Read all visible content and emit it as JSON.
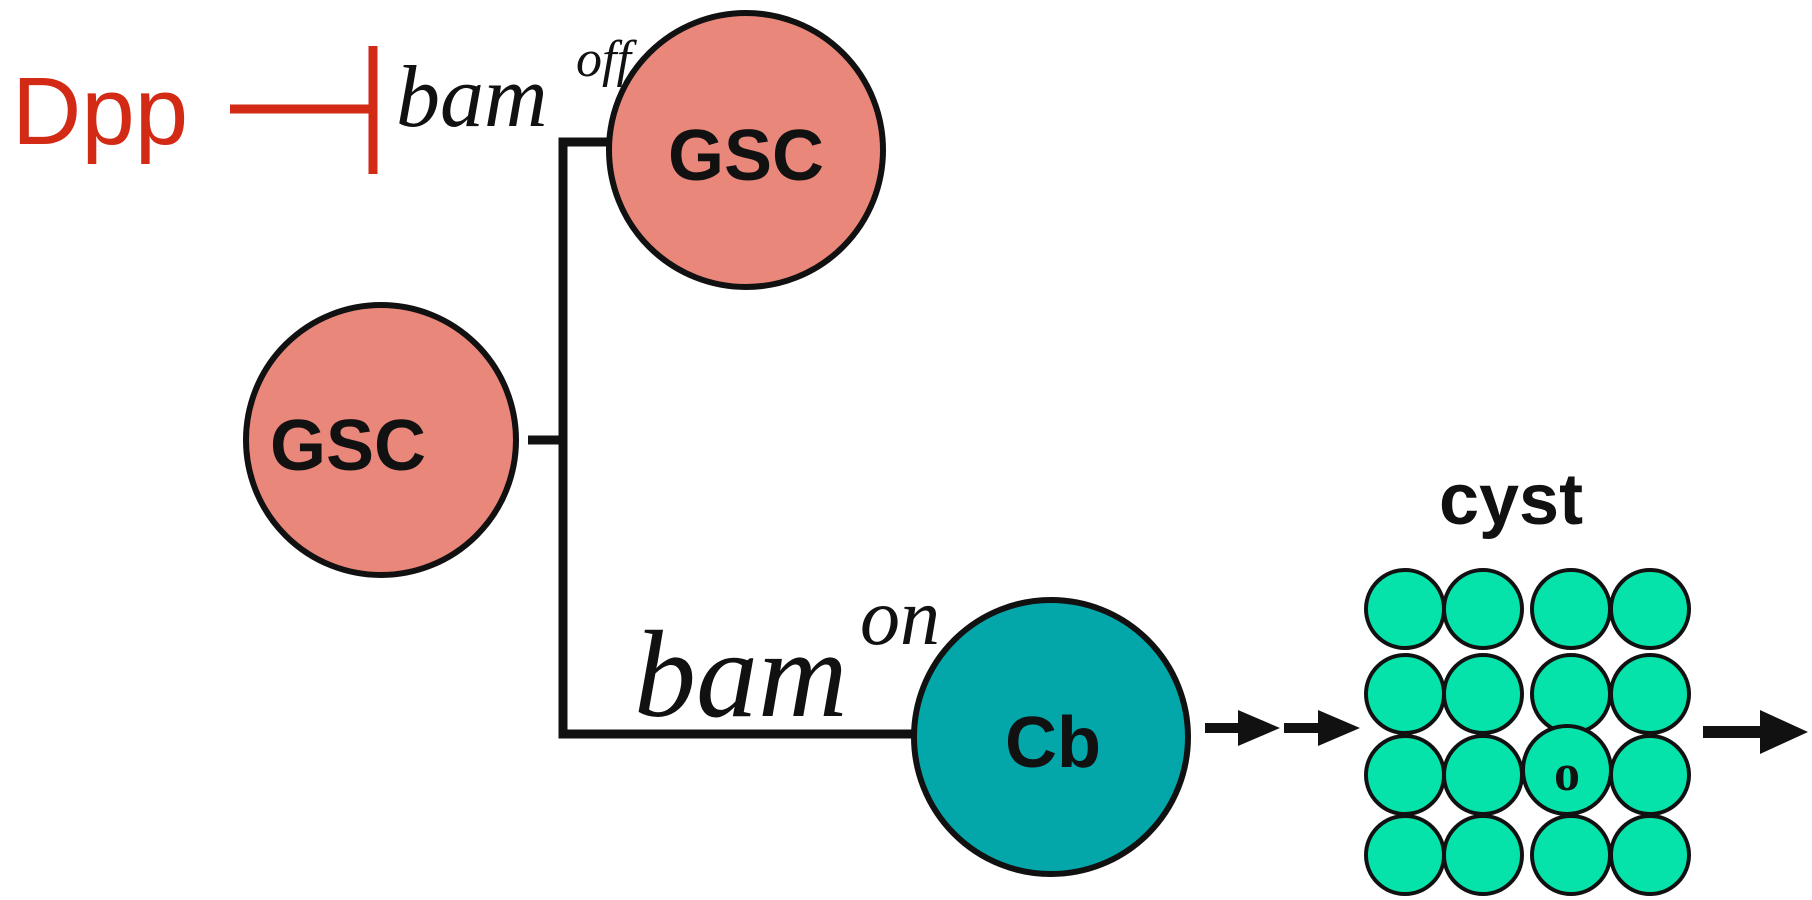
{
  "labels": {
    "dpp": "Dpp",
    "bam": "bam",
    "off": "off",
    "on": "on",
    "gsc": "GSC",
    "cb": "Cb",
    "cyst": "cyst",
    "oocyte": "o"
  },
  "colors": {
    "dpp": "#d32a16",
    "gsc_fill": "#e8877a",
    "cb_fill": "#03a7a9",
    "cyst_fill": "#05e3aa",
    "outline": "#111111"
  }
}
